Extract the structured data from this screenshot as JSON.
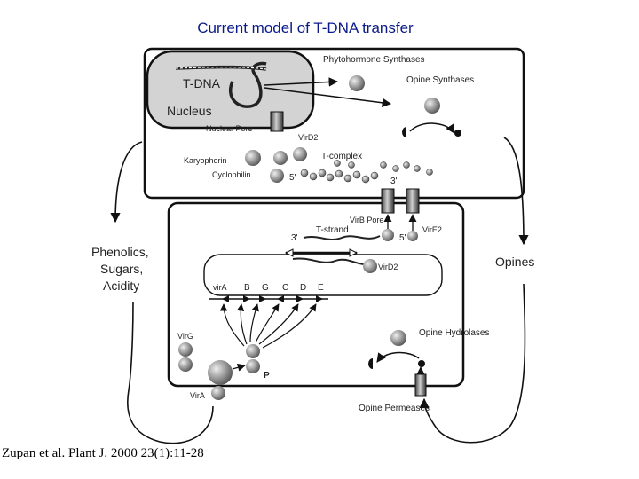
{
  "header": {
    "title": "Current model of T-DNA transfer"
  },
  "footer": {
    "citation": "Zupan et al. Plant J. 2000 23(1):11-28"
  },
  "diagram": {
    "plant_cell": {
      "nucleus_label": "Nucleus",
      "tdna_label": "T-DNA",
      "phytohormone_synthases": "Phytohormone Synthases",
      "opine_synthases": "Opine Synthases",
      "nuclear_pore": "Nuclear Pore",
      "karyopherin": "Karyopherin",
      "cyclophilin": "Cyclophilin",
      "vird2": "VirD2",
      "t_complex": "T-complex",
      "five_prime": "5'",
      "three_prime": "3'"
    },
    "bacterium": {
      "virb_pore": "VirB Pore",
      "vire2": "VirE2",
      "t_strand": "T-strand",
      "three_prime": "3'",
      "five_prime": "5'",
      "vird2": "VirD2",
      "vir_genes": [
        "virA",
        "B",
        "G",
        "C",
        "D",
        "E"
      ],
      "virg": "VirG",
      "vira": "VirA",
      "phospho": "P",
      "opine_hydrolases": "Opine Hydrolases",
      "opine_permeases": "Opine Permeases"
    },
    "signals": {
      "phenolics": "Phenolics,",
      "sugars": "Sugars,",
      "acidity": "Acidity",
      "opines": "Opines"
    }
  }
}
